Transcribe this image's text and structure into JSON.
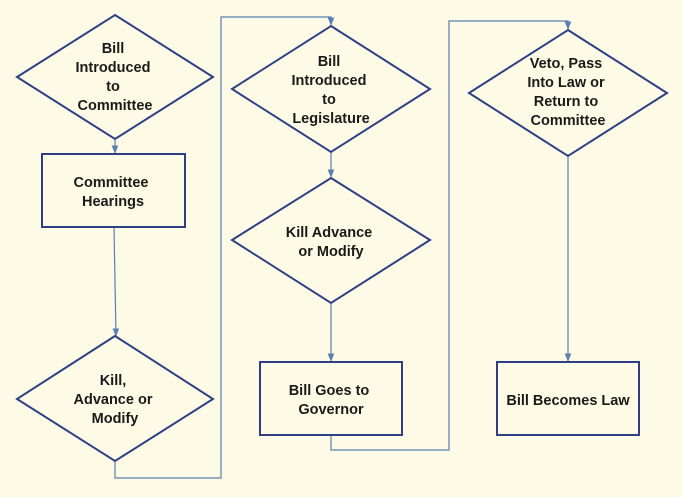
{
  "nodes": [
    {
      "id": "n1",
      "shape": "diamond",
      "lines": [
        "Bill",
        "Introduced",
        "to",
        "Committee"
      ]
    },
    {
      "id": "n2",
      "shape": "rect",
      "lines": [
        "Committee",
        "Hearings"
      ]
    },
    {
      "id": "n3",
      "shape": "diamond",
      "lines": [
        "Kill,",
        "Advance or",
        "Modify"
      ]
    },
    {
      "id": "n4",
      "shape": "diamond",
      "lines": [
        "Bill",
        "Introduced",
        "to",
        "Legislature"
      ]
    },
    {
      "id": "n5",
      "shape": "diamond",
      "lines": [
        "Kill Advance",
        "or Modify"
      ]
    },
    {
      "id": "n6",
      "shape": "rect",
      "lines": [
        "Bill Goes to",
        "Governor"
      ]
    },
    {
      "id": "n7",
      "shape": "diamond",
      "lines": [
        "Veto, Pass",
        "Into Law or",
        "Return to",
        "Committee"
      ]
    },
    {
      "id": "n8",
      "shape": "rect",
      "lines": [
        "Bill Becomes Law"
      ]
    }
  ],
  "edges": [
    {
      "from": "n1",
      "to": "n2"
    },
    {
      "from": "n2",
      "to": "n3"
    },
    {
      "from": "n3",
      "to": "n4"
    },
    {
      "from": "n4",
      "to": "n5"
    },
    {
      "from": "n5",
      "to": "n6"
    },
    {
      "from": "n6",
      "to": "n7"
    },
    {
      "from": "n7",
      "to": "n8"
    }
  ]
}
